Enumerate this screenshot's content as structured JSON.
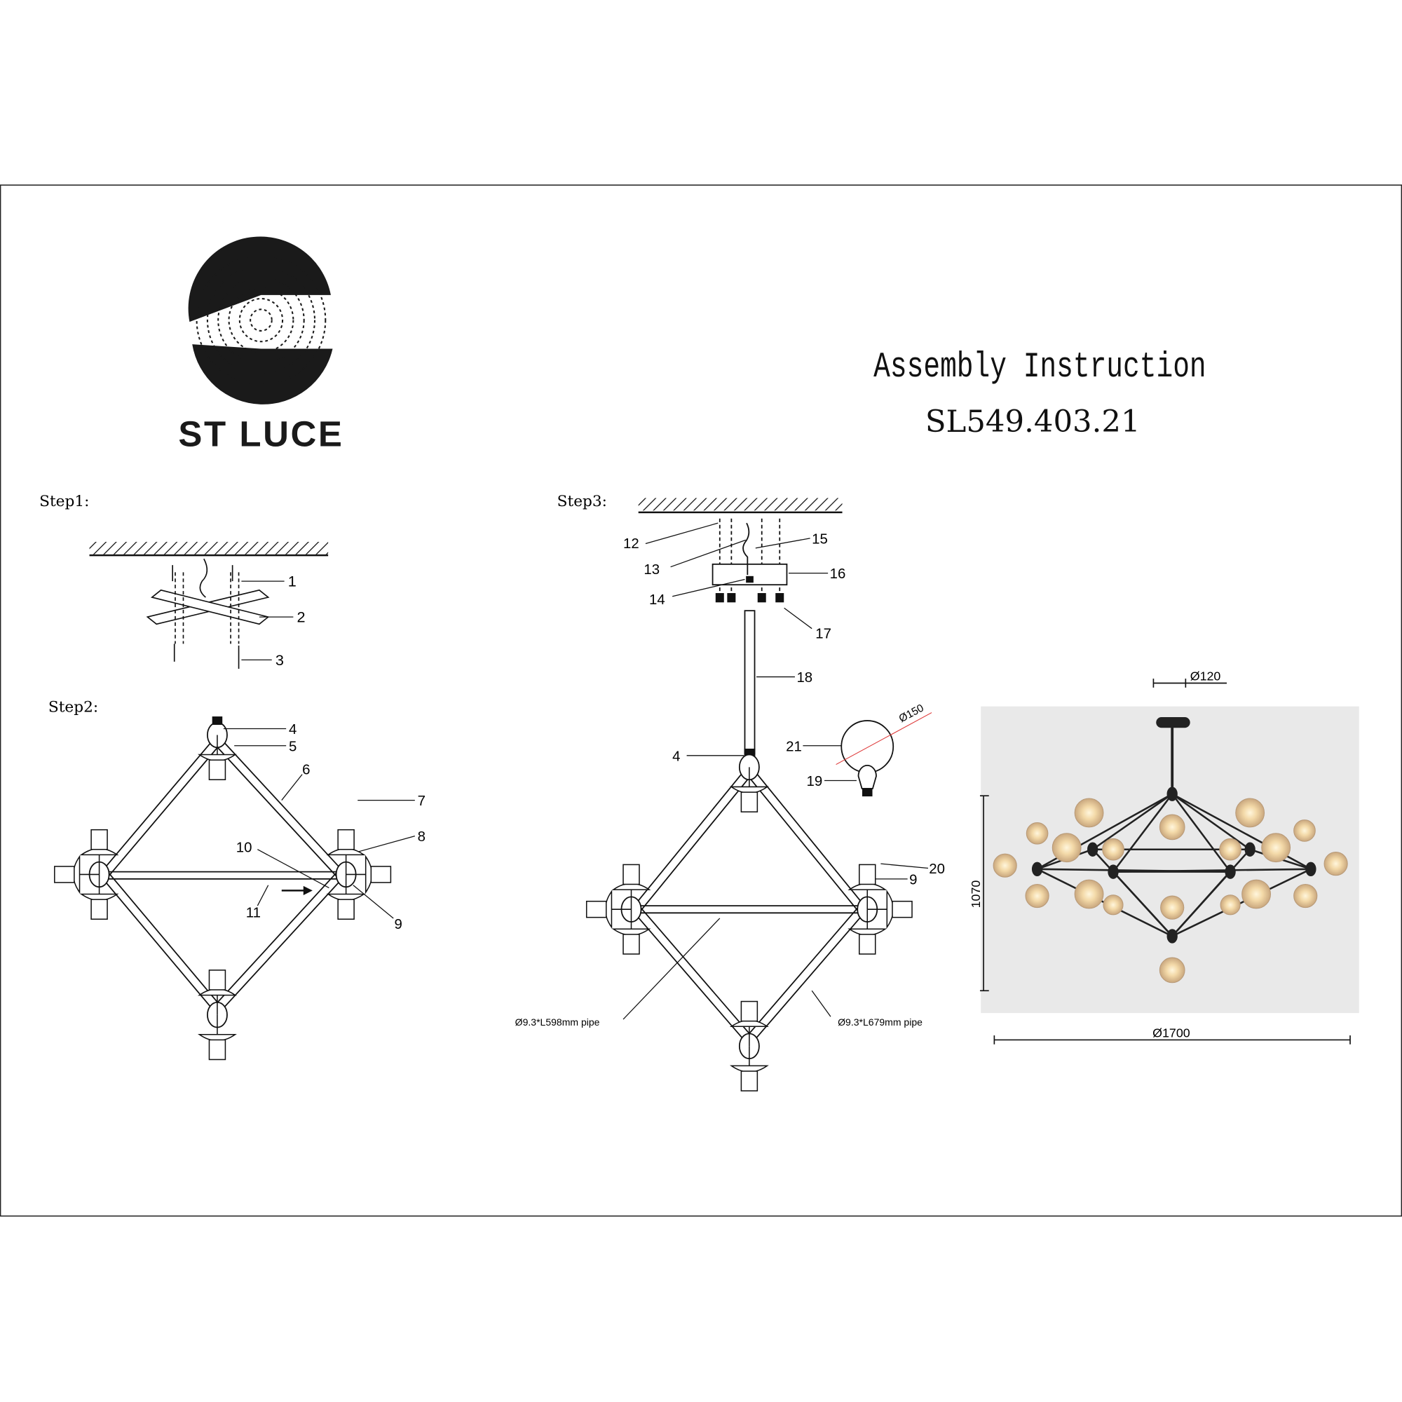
{
  "brand": {
    "name": "ST LUCE"
  },
  "header": {
    "title": "Assembly Instruction",
    "model": "SL549.403.21"
  },
  "steps": {
    "step1": "Step1:",
    "step2": "Step2:",
    "step3": "Step3:"
  },
  "step1_callouts": [
    "1",
    "2",
    "3"
  ],
  "step2_callouts": [
    "4",
    "5",
    "6",
    "7",
    "8",
    "9",
    "10",
    "11"
  ],
  "step3_callouts": [
    "12",
    "13",
    "14",
    "15",
    "16",
    "17",
    "18",
    "4",
    "21",
    "19",
    "20",
    "9"
  ],
  "bulb_diameter": "Ø150",
  "pipes": {
    "short": "Ø9.3*L598mm  pipe",
    "long": "Ø9.3*L679mm  pipe"
  },
  "dimensions": {
    "canopy": "Ø120",
    "height": "1070",
    "width": "Ø1700"
  },
  "colors": {
    "line": "#1a1a1a",
    "photo_bg": "#e9e9e9",
    "globe": "#e8c9a0"
  }
}
